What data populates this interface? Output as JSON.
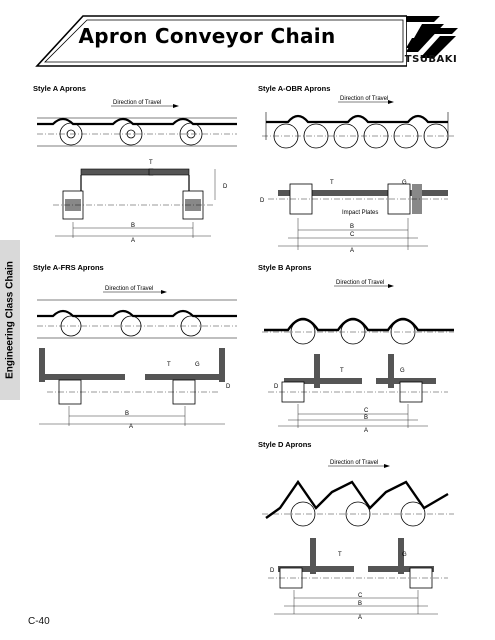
{
  "header": {
    "title": "Apron Conveyor Chain",
    "logo_text": "TSUBAKI"
  },
  "sidebar": {
    "label": "Engineering Class Chain"
  },
  "sections": [
    {
      "title": "Style A Aprons",
      "direction": "Direction of Travel",
      "labels": [
        "T",
        "D",
        "B",
        "A"
      ]
    },
    {
      "title": "Style A-OBR Aprons",
      "direction": "Direction of Travel",
      "labels": [
        "T",
        "G",
        "D",
        "Impact Plates",
        "B",
        "C",
        "A"
      ]
    },
    {
      "title": "Style A-FRS Aprons",
      "direction": "Direction of Travel",
      "labels": [
        "T",
        "G",
        "D",
        "B",
        "A"
      ]
    },
    {
      "title": "Style B Aprons",
      "direction": "Direction of Travel",
      "labels": [
        "T",
        "G",
        "D",
        "C",
        "B",
        "A"
      ]
    },
    {
      "title": "Style D Aprons",
      "direction": "Direction of Travel",
      "labels": [
        "T",
        "G",
        "D",
        "C",
        "B",
        "A"
      ]
    }
  ],
  "page_number": "C-40"
}
